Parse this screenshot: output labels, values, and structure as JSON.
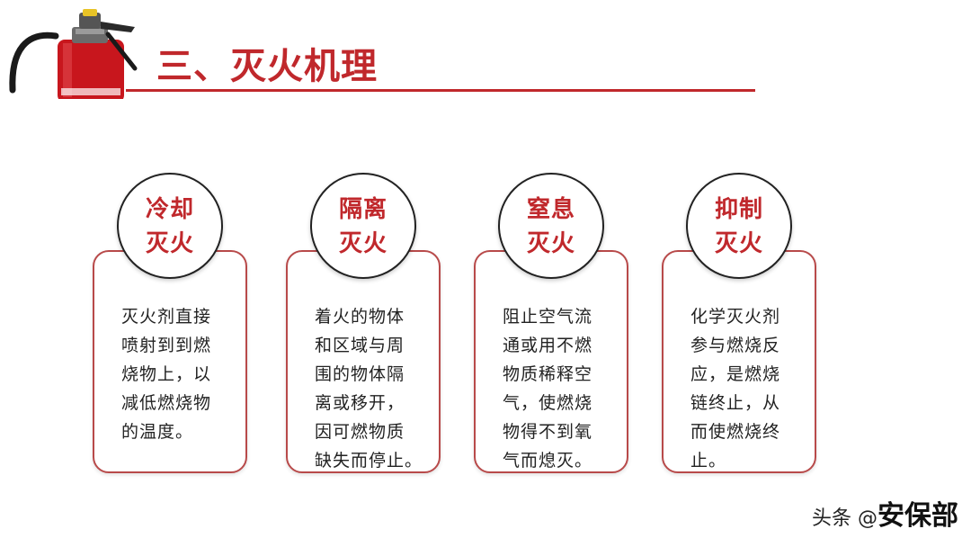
{
  "slide": {
    "title": "三、灭火机理"
  },
  "cards": [
    {
      "label": "冷却\n灭火",
      "text": "灭火剂直接\n喷射到到燃\n烧物上，以\n减低燃烧物\n的温度。"
    },
    {
      "label": "隔离\n灭火",
      "text": "着火的物体\n和区域与周\n围的物体隔\n离或移开，\n因可燃物质\n缺失而停止。"
    },
    {
      "label": "窒息\n灭火",
      "text": "阻止空气流\n通或用不燃\n物质稀释空\n气，使燃烧\n物得不到氧\n气而熄灭。"
    },
    {
      "label": "抑制\n灭火",
      "text": "化学灭火剂\n参与燃烧反\n应，是燃烧\n链终止，从\n而使燃烧终\n止。"
    }
  ],
  "watermark": {
    "prefix": "头条 @",
    "name": "安保部"
  },
  "colors": {
    "accent": "#c0282c",
    "card_border": "#b84a4a"
  }
}
